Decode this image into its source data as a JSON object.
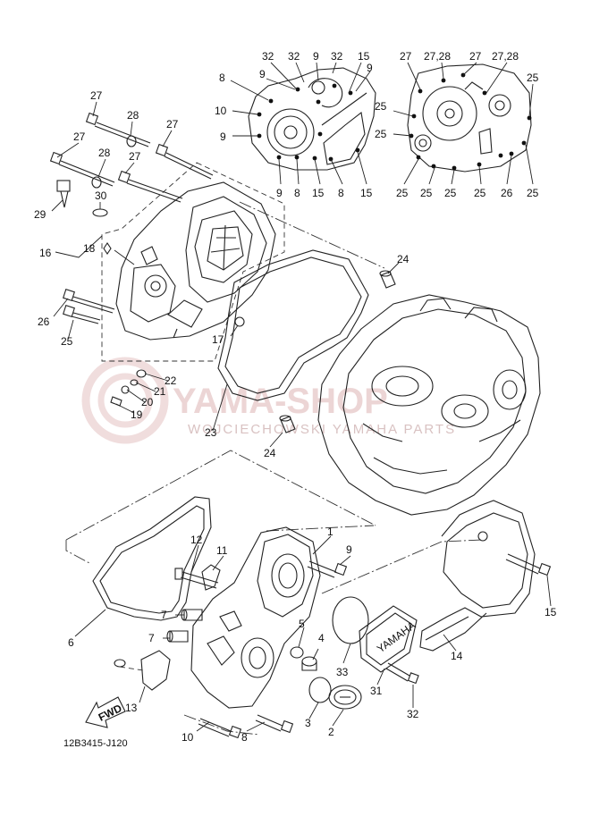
{
  "diagram": {
    "code": "12B3415-J120",
    "fwd_label": "FWD",
    "brand_text": "YAMAHA",
    "watermark": {
      "title": "YAMA-SHOP",
      "subtitle": "WOJCIECHOWSKI YAMAHA PARTS"
    },
    "labels": {
      "l1": "1",
      "l2": "2",
      "l3": "3",
      "l4": "4",
      "l5": "5",
      "l6": "6",
      "l7a": "7",
      "l7b": "7",
      "l8a": "8",
      "l8b": "8",
      "l8c": "8",
      "l8d": "8",
      "l9a": "9",
      "l9b": "9",
      "l9c": "9",
      "l9d": "9",
      "l9e": "9",
      "l9f": "9",
      "l10a": "10",
      "l10b": "10",
      "l11": "11",
      "l12": "12",
      "l13": "13",
      "l14": "14",
      "l15a": "15",
      "l15b": "15",
      "l15c": "15",
      "l15d": "15",
      "l16": "16",
      "l17": "17",
      "l18": "18",
      "l19": "19",
      "l20": "20",
      "l21": "21",
      "l22": "22",
      "l23": "23",
      "l24a": "24",
      "l24b": "24",
      "l25a": "25",
      "l25b": "25",
      "l25c": "25",
      "l25d": "25",
      "l25e": "25",
      "l25f": "25",
      "l25g": "25",
      "l25h": "25",
      "l25i": "25",
      "l26a": "26",
      "l26b": "26",
      "l27a": "27",
      "l27b": "27",
      "l27c": "27",
      "l27d": "27",
      "l27e": "27",
      "l27f": "27",
      "l2728a": "27,28",
      "l2728b": "27,28",
      "l28a": "28",
      "l28b": "28",
      "l29": "29",
      "l30": "30",
      "l31": "31",
      "l32a": "32",
      "l32b": "32",
      "l32c": "32",
      "l32d": "32",
      "l33": "33"
    }
  }
}
